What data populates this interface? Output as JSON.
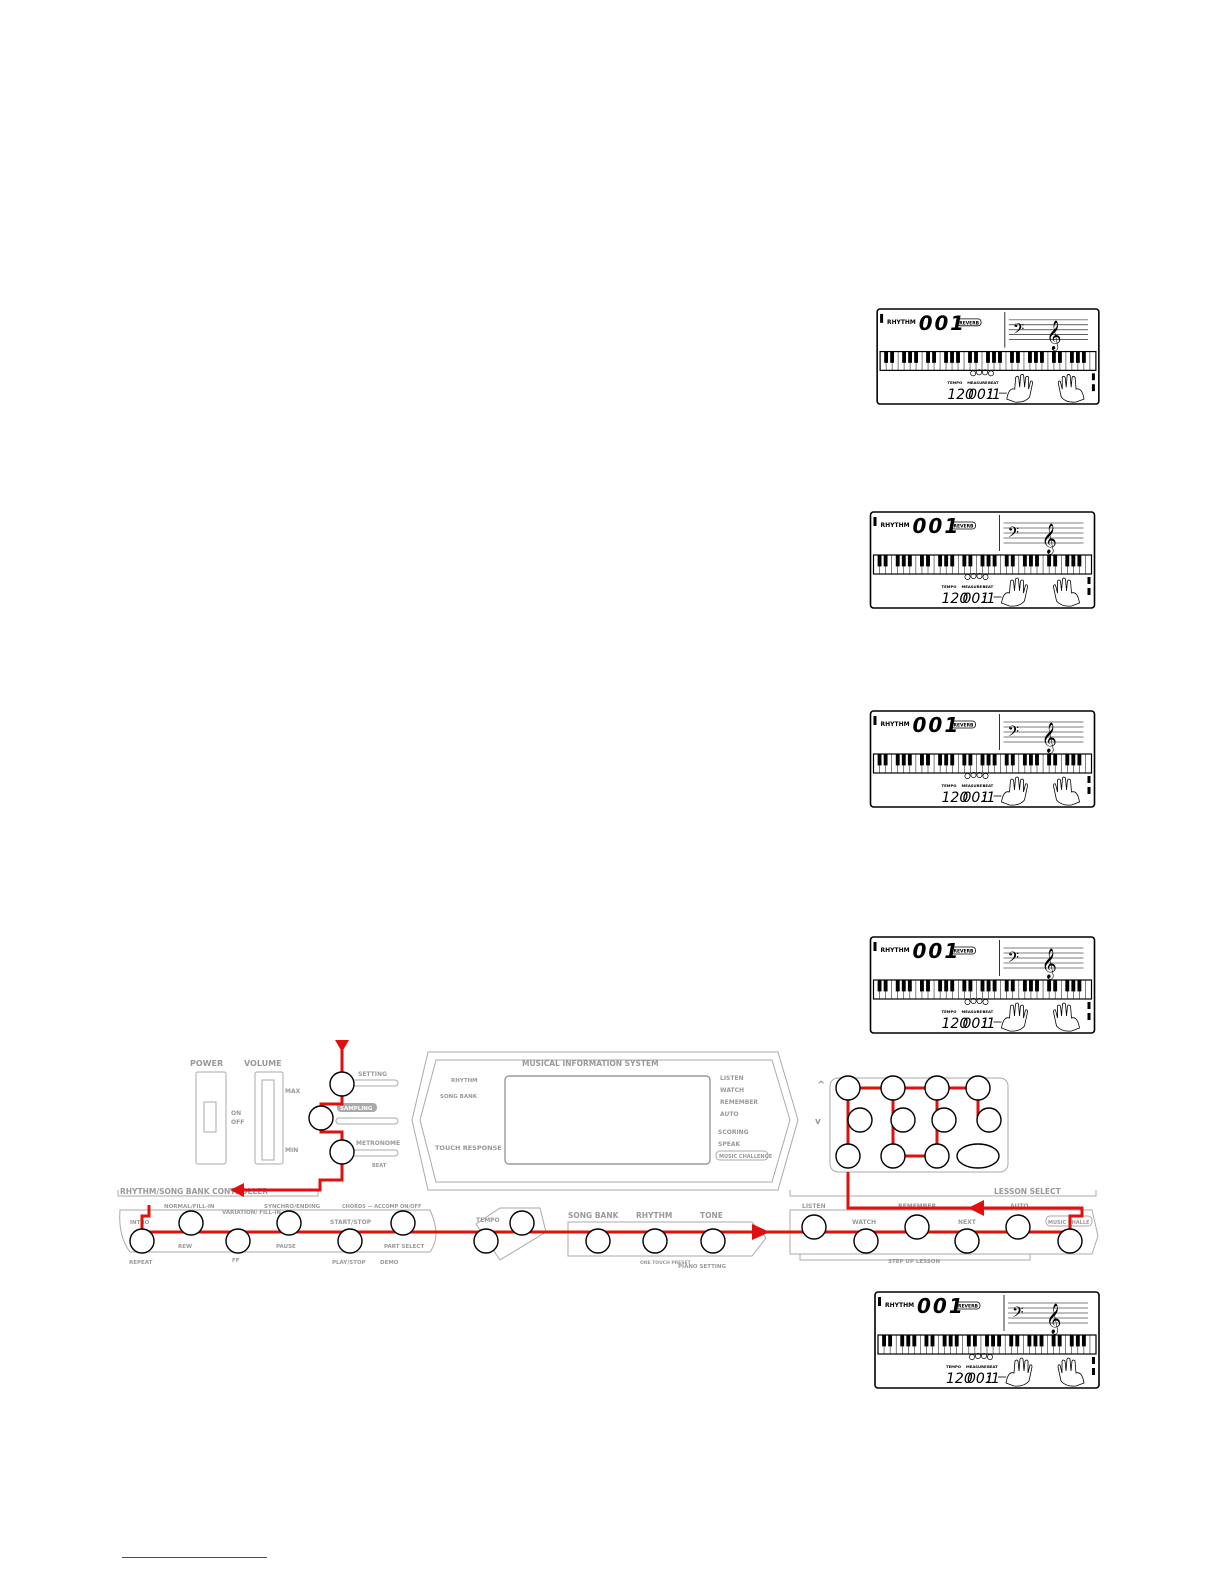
{
  "lcd": {
    "label_rhythm": "RHYTHM",
    "number": "001",
    "tag": "REVERB",
    "label_tempo": "TEMPO",
    "label_measure": "MEASURE",
    "label_beat": "BEAT",
    "tempo_value": "120",
    "measure_value": "001",
    "beat_value": "1"
  },
  "panel": {
    "power": "POWER",
    "on": "ON",
    "off": "OFF",
    "volume": "VOLUME",
    "max": "MAX",
    "min": "MIN",
    "setting": "SETTING",
    "sampling": "SAMPLING",
    "metronome": "METRONOME",
    "beat": "BEAT",
    "mis_title": "MUSICAL INFORMATION SYSTEM",
    "mis_rhythm": "RHYTHM",
    "mis_songbank": "SONG BANK",
    "touch_response": "TOUCH RESPONSE",
    "modes": [
      "LISTEN",
      "WATCH",
      "REMEMBER",
      "AUTO"
    ],
    "modes2": [
      "SCORING",
      "SPEAK"
    ],
    "music_challenge": "MUSIC CHALLENGE",
    "controller": "RHYTHM/SONG BANK CONTROLLER",
    "lesson_select": "LESSON SELECT",
    "step_up": "STEP UP LESSON",
    "intro": "INTRO",
    "repeat": "REPEAT",
    "normal_fill": "NORMAL/FILL-IN",
    "rew": "REW",
    "variation_fill": "VARIATION/ FILL-IN",
    "ff": "FF",
    "synchro_ending": "SYNCHRO/ENDING",
    "pause": "PAUSE",
    "chord_accomp": "CHORDS — ACCOMP ON/OFF",
    "start_stop": "START/STOP",
    "play_stop": "PLAY/STOP",
    "demo": "DEMO",
    "part_select": "PART SELECT",
    "tempo": "TEMPO",
    "song_bank": "SONG BANK",
    "rhythm": "RHYTHM",
    "tone": "TONE",
    "one_touch": "ONE TOUCH PRESET",
    "piano_setting": "PIANO SETTING",
    "listen": "LISTEN",
    "watch": "WATCH",
    "remember": "REMEMBER",
    "next": "NEXT",
    "auto": "AUTO",
    "music_chall_short": "MUSIC CHALLE"
  },
  "colors": {
    "path": "#e01010",
    "lcd_ink": "#000000",
    "panel_ink": "#9a9a9a"
  }
}
